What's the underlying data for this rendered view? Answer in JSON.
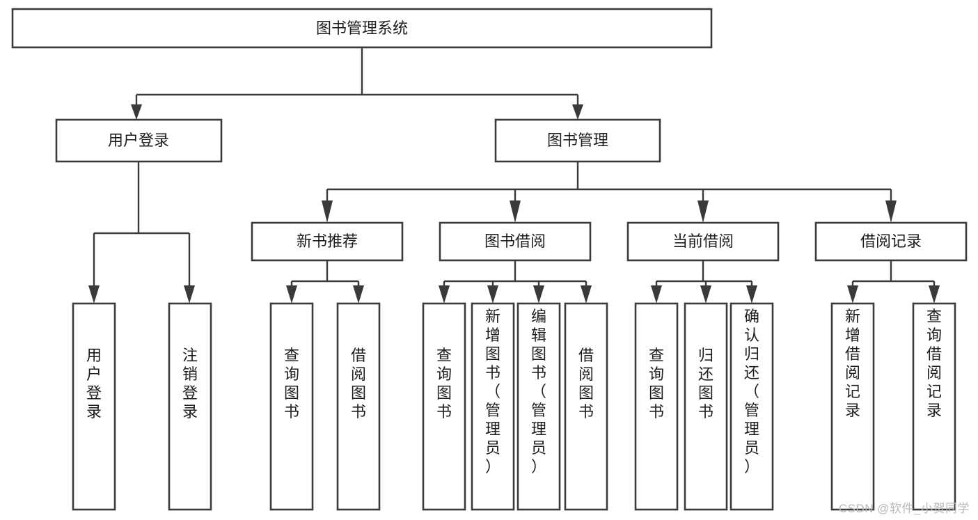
{
  "diagram": {
    "type": "tree",
    "title": "图书管理系统",
    "orientation": "top-down",
    "colors": {
      "box_stroke": "#3a3a3a",
      "box_fill": "#ffffff",
      "connector": "#3a3a3a",
      "text": "#1d1d1d",
      "watermark": "#b9b9b9",
      "background": "#ffffff"
    }
  },
  "root": {
    "id": "root",
    "label": "图书管理系统"
  },
  "level2": [
    {
      "id": "user-login",
      "label": "用户登录"
    },
    {
      "id": "book-management",
      "label": "图书管理"
    }
  ],
  "level3": [
    {
      "id": "new-book-recommend",
      "label": "新书推荐",
      "parent": "book-management"
    },
    {
      "id": "book-borrow",
      "label": "图书借阅",
      "parent": "book-management"
    },
    {
      "id": "current-borrow",
      "label": "当前借阅",
      "parent": "book-management"
    },
    {
      "id": "borrow-record",
      "label": "借阅记录",
      "parent": "book-management"
    }
  ],
  "leaves": [
    {
      "id": "leaf-user-login",
      "label": "用户登录",
      "parent": "user-login"
    },
    {
      "id": "leaf-user-logout",
      "label": "注销登录",
      "parent": "user-login"
    },
    {
      "id": "leaf-query-book-1",
      "label": "查询图书",
      "parent": "new-book-recommend"
    },
    {
      "id": "leaf-borrow-book-1",
      "label": "借阅图书",
      "parent": "new-book-recommend"
    },
    {
      "id": "leaf-query-book-2",
      "label": "查询图书",
      "parent": "book-borrow"
    },
    {
      "id": "leaf-add-book",
      "label": "新增图书（管理员）",
      "parent": "book-borrow"
    },
    {
      "id": "leaf-edit-book",
      "label": "编辑图书（管理员）",
      "parent": "book-borrow"
    },
    {
      "id": "leaf-borrow-book-2",
      "label": "借阅图书",
      "parent": "book-borrow"
    },
    {
      "id": "leaf-query-book-3",
      "label": "查询图书",
      "parent": "current-borrow"
    },
    {
      "id": "leaf-return-book",
      "label": "归还图书",
      "parent": "current-borrow"
    },
    {
      "id": "leaf-confirm-return",
      "label": "确认归还（管理员）",
      "parent": "current-borrow"
    },
    {
      "id": "leaf-add-record",
      "label": "新增借阅记录",
      "parent": "borrow-record"
    },
    {
      "id": "leaf-query-record",
      "label": "查询借阅记录",
      "parent": "borrow-record"
    }
  ],
  "watermark": {
    "text": "CSDN @软件_小贺同学"
  }
}
